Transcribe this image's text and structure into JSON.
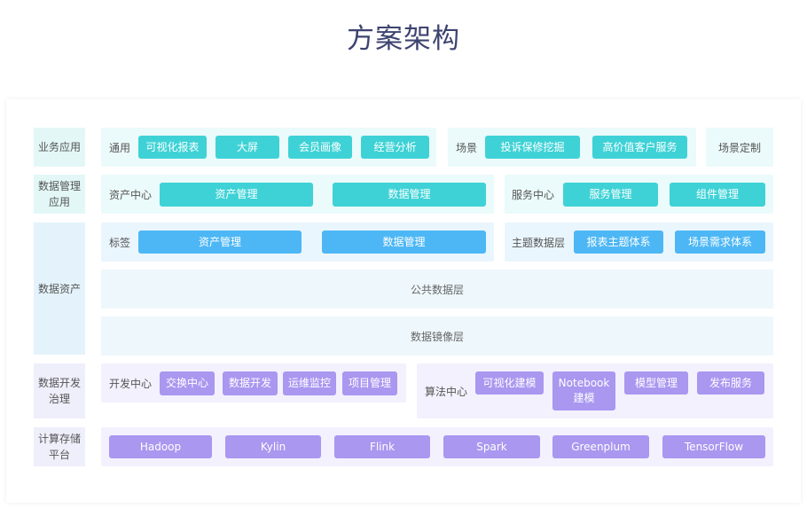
{
  "title": "方案架构",
  "rows": {
    "business": {
      "label": "业务应用",
      "general_label": "通用",
      "general_items": [
        "可视化报表",
        "大屏",
        "会员画像",
        "经营分析"
      ],
      "scene_label": "场景",
      "scene_items": [
        "投诉保修挖掘",
        "高价值客户服务"
      ],
      "custom_label": "场景定制"
    },
    "data_mgmt": {
      "label": "数据管理应用",
      "asset_center_label": "资产中心",
      "asset_center_items": [
        "资产管理",
        "数据管理"
      ],
      "service_center_label": "服务中心",
      "service_center_items": [
        "服务管理",
        "组件管理"
      ]
    },
    "data_assets": {
      "label": "数据资产",
      "tag_label": "标签",
      "tag_items": [
        "资产管理",
        "数据管理"
      ],
      "theme_label": "主题数据层",
      "theme_items": [
        "报表主题体系",
        "场景需求体系"
      ],
      "public_layer": "公共数据层",
      "mirror_layer": "数据镜像层"
    },
    "dev_gov": {
      "label": "数据开发治理",
      "dev_center_label": "开发中心",
      "dev_center_items": [
        "交换中心",
        "数据开发",
        "运维监控",
        "项目管理"
      ],
      "algo_center_label": "算法中心",
      "algo_center_items": [
        "可视化建模",
        "Notebook建模",
        "模型管理",
        "发布服务"
      ]
    },
    "compute": {
      "label": "计算存储平台",
      "items": [
        "Hadoop",
        "Kylin",
        "Flink",
        "Spark",
        "Greenplum",
        "TensorFlow"
      ]
    }
  },
  "colors": {
    "title": "#3e4470",
    "teal": "#3ed2d6",
    "blue": "#4db7f5",
    "purple": "#a997f0"
  }
}
